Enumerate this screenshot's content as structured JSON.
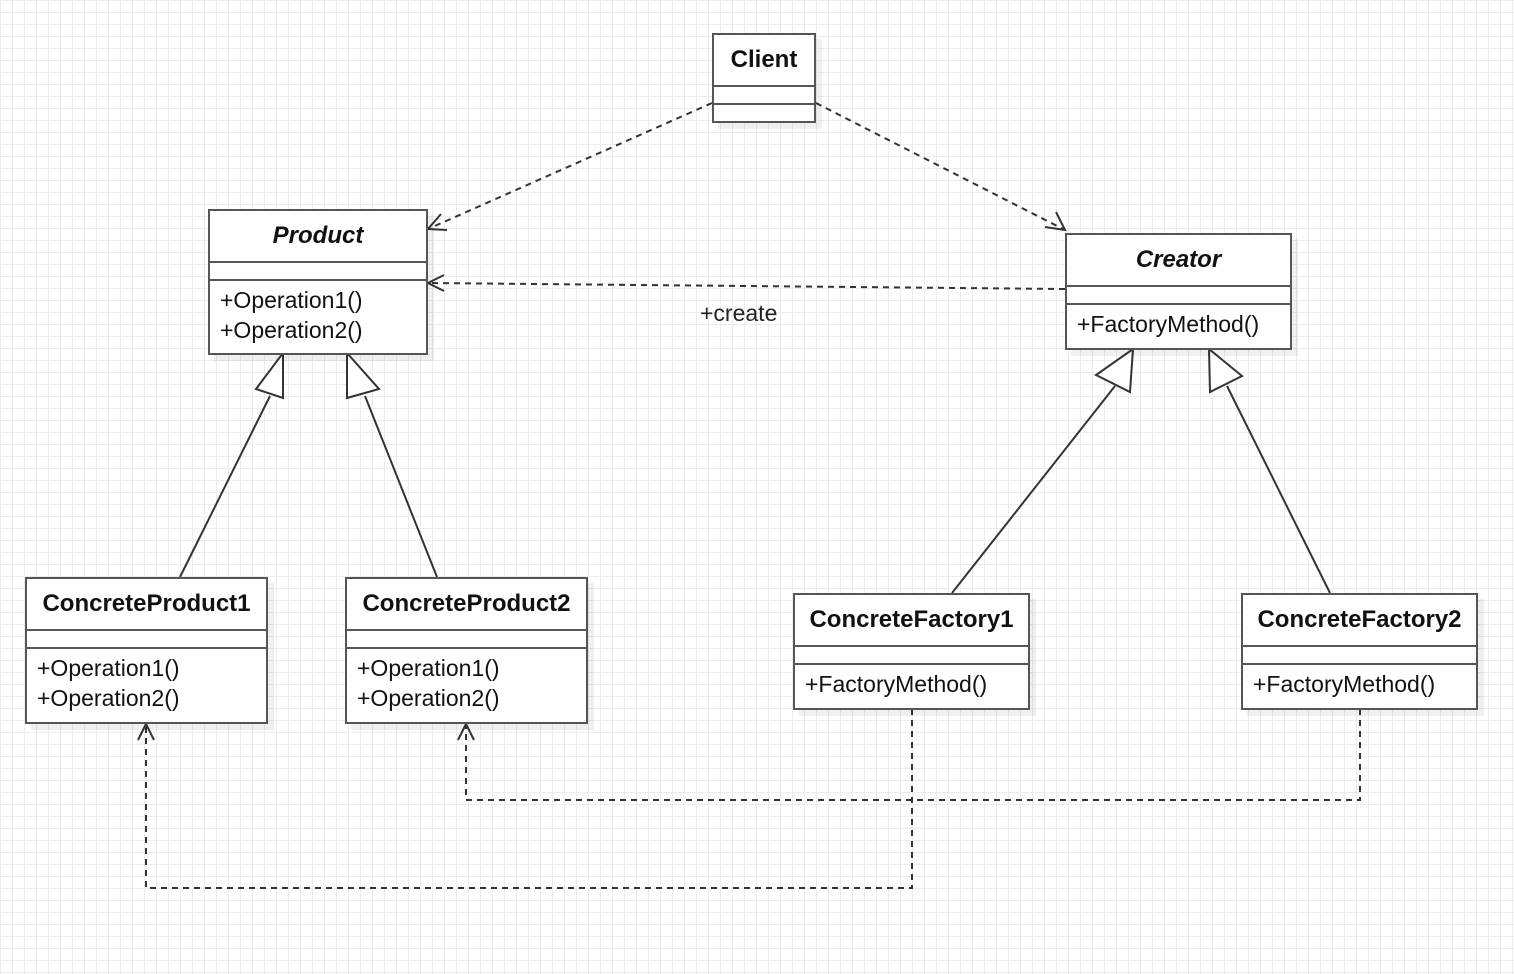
{
  "classes": {
    "client": {
      "name": "Client",
      "abstract": false,
      "operations": []
    },
    "product": {
      "name": "Product",
      "abstract": true,
      "operations": [
        "+Operation1()",
        "+Operation2()"
      ]
    },
    "creator": {
      "name": "Creator",
      "abstract": true,
      "operations": [
        "+FactoryMethod()"
      ]
    },
    "concrete_product1": {
      "name": "ConcreteProduct1",
      "abstract": false,
      "operations": [
        "+Operation1()",
        "+Operation2()"
      ]
    },
    "concrete_product2": {
      "name": "ConcreteProduct2",
      "abstract": false,
      "operations": [
        "+Operation1()",
        "+Operation2()"
      ]
    },
    "concrete_factory1": {
      "name": "ConcreteFactory1",
      "abstract": false,
      "operations": [
        "+FactoryMethod()"
      ]
    },
    "concrete_factory2": {
      "name": "ConcreteFactory2",
      "abstract": false,
      "operations": [
        "+FactoryMethod()"
      ]
    }
  },
  "relations": {
    "create_label": "+create"
  },
  "colors": {
    "line": "#333333",
    "box_border": "#555555",
    "grid": "#ececec"
  }
}
